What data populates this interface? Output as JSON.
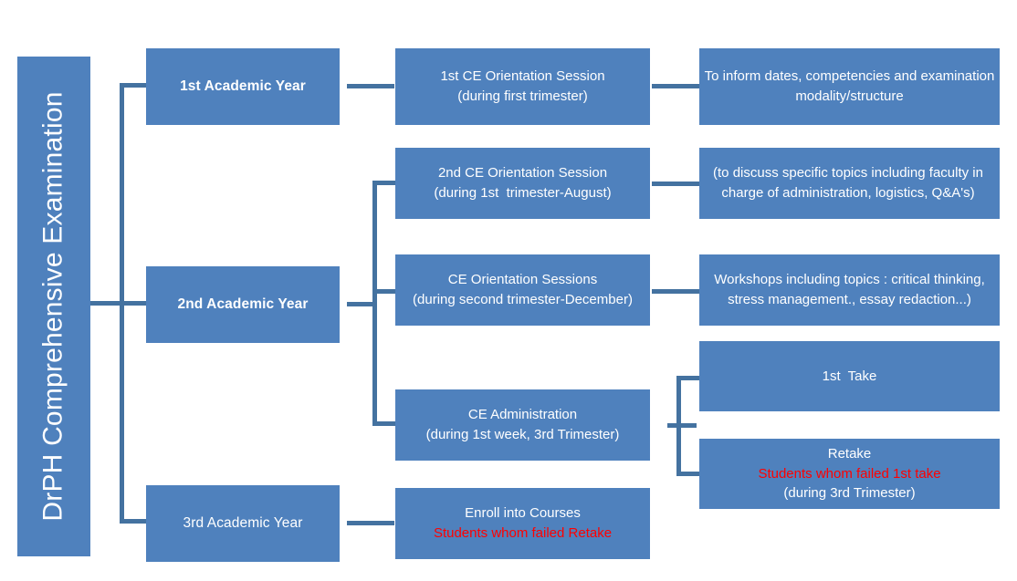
{
  "diagram": {
    "title": "DrPH Comprehensive Examination",
    "accent_color": "#4F81BD",
    "connector_color": "#4472A0",
    "highlight_color": "#FF0000",
    "text_color": "#FFFFFF"
  },
  "years": {
    "year1": "1st Academic Year",
    "year2": "2nd Academic Year",
    "year3": "3rd Academic Year"
  },
  "activities": {
    "a1_l1": "1st CE Orientation Session",
    "a1_l2": "(during first trimester)",
    "a2_l1": "2nd CE Orientation Session",
    "a2_l2": "(during 1st  trimester-August)",
    "a3_l1": "CE Orientation Sessions",
    "a3_l2": "(during second trimester-December)",
    "a4_l1": "CE Administration",
    "a4_l2": "(during 1st week, 3rd Trimester)",
    "a5_l1": "Enroll into Courses",
    "a5_l2": "Students whom failed Retake"
  },
  "details": {
    "d1": "To inform dates, competencies and examination modality/structure",
    "d2": "(to discuss specific topics including faculty in charge of administration, logistics, Q&A's)",
    "d3": "Workshops including topics : critical thinking, stress management., essay redaction...)",
    "take1": "1st  Take",
    "retake_l1": "Retake",
    "retake_l2": "Students whom failed 1st take",
    "retake_l3": "(during 3rd Trimester)"
  }
}
